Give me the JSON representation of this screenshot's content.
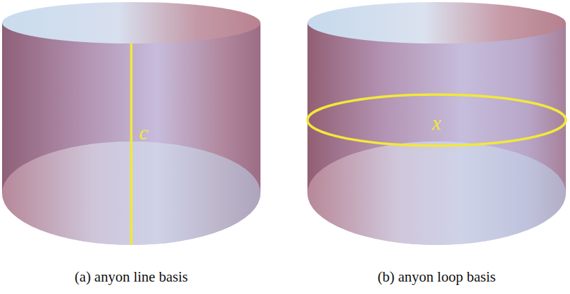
{
  "diagram": {
    "labels": [
      "c",
      "x",
      "(a) anyon line basis",
      "(b) anyon loop basis"
    ]
  }
}
